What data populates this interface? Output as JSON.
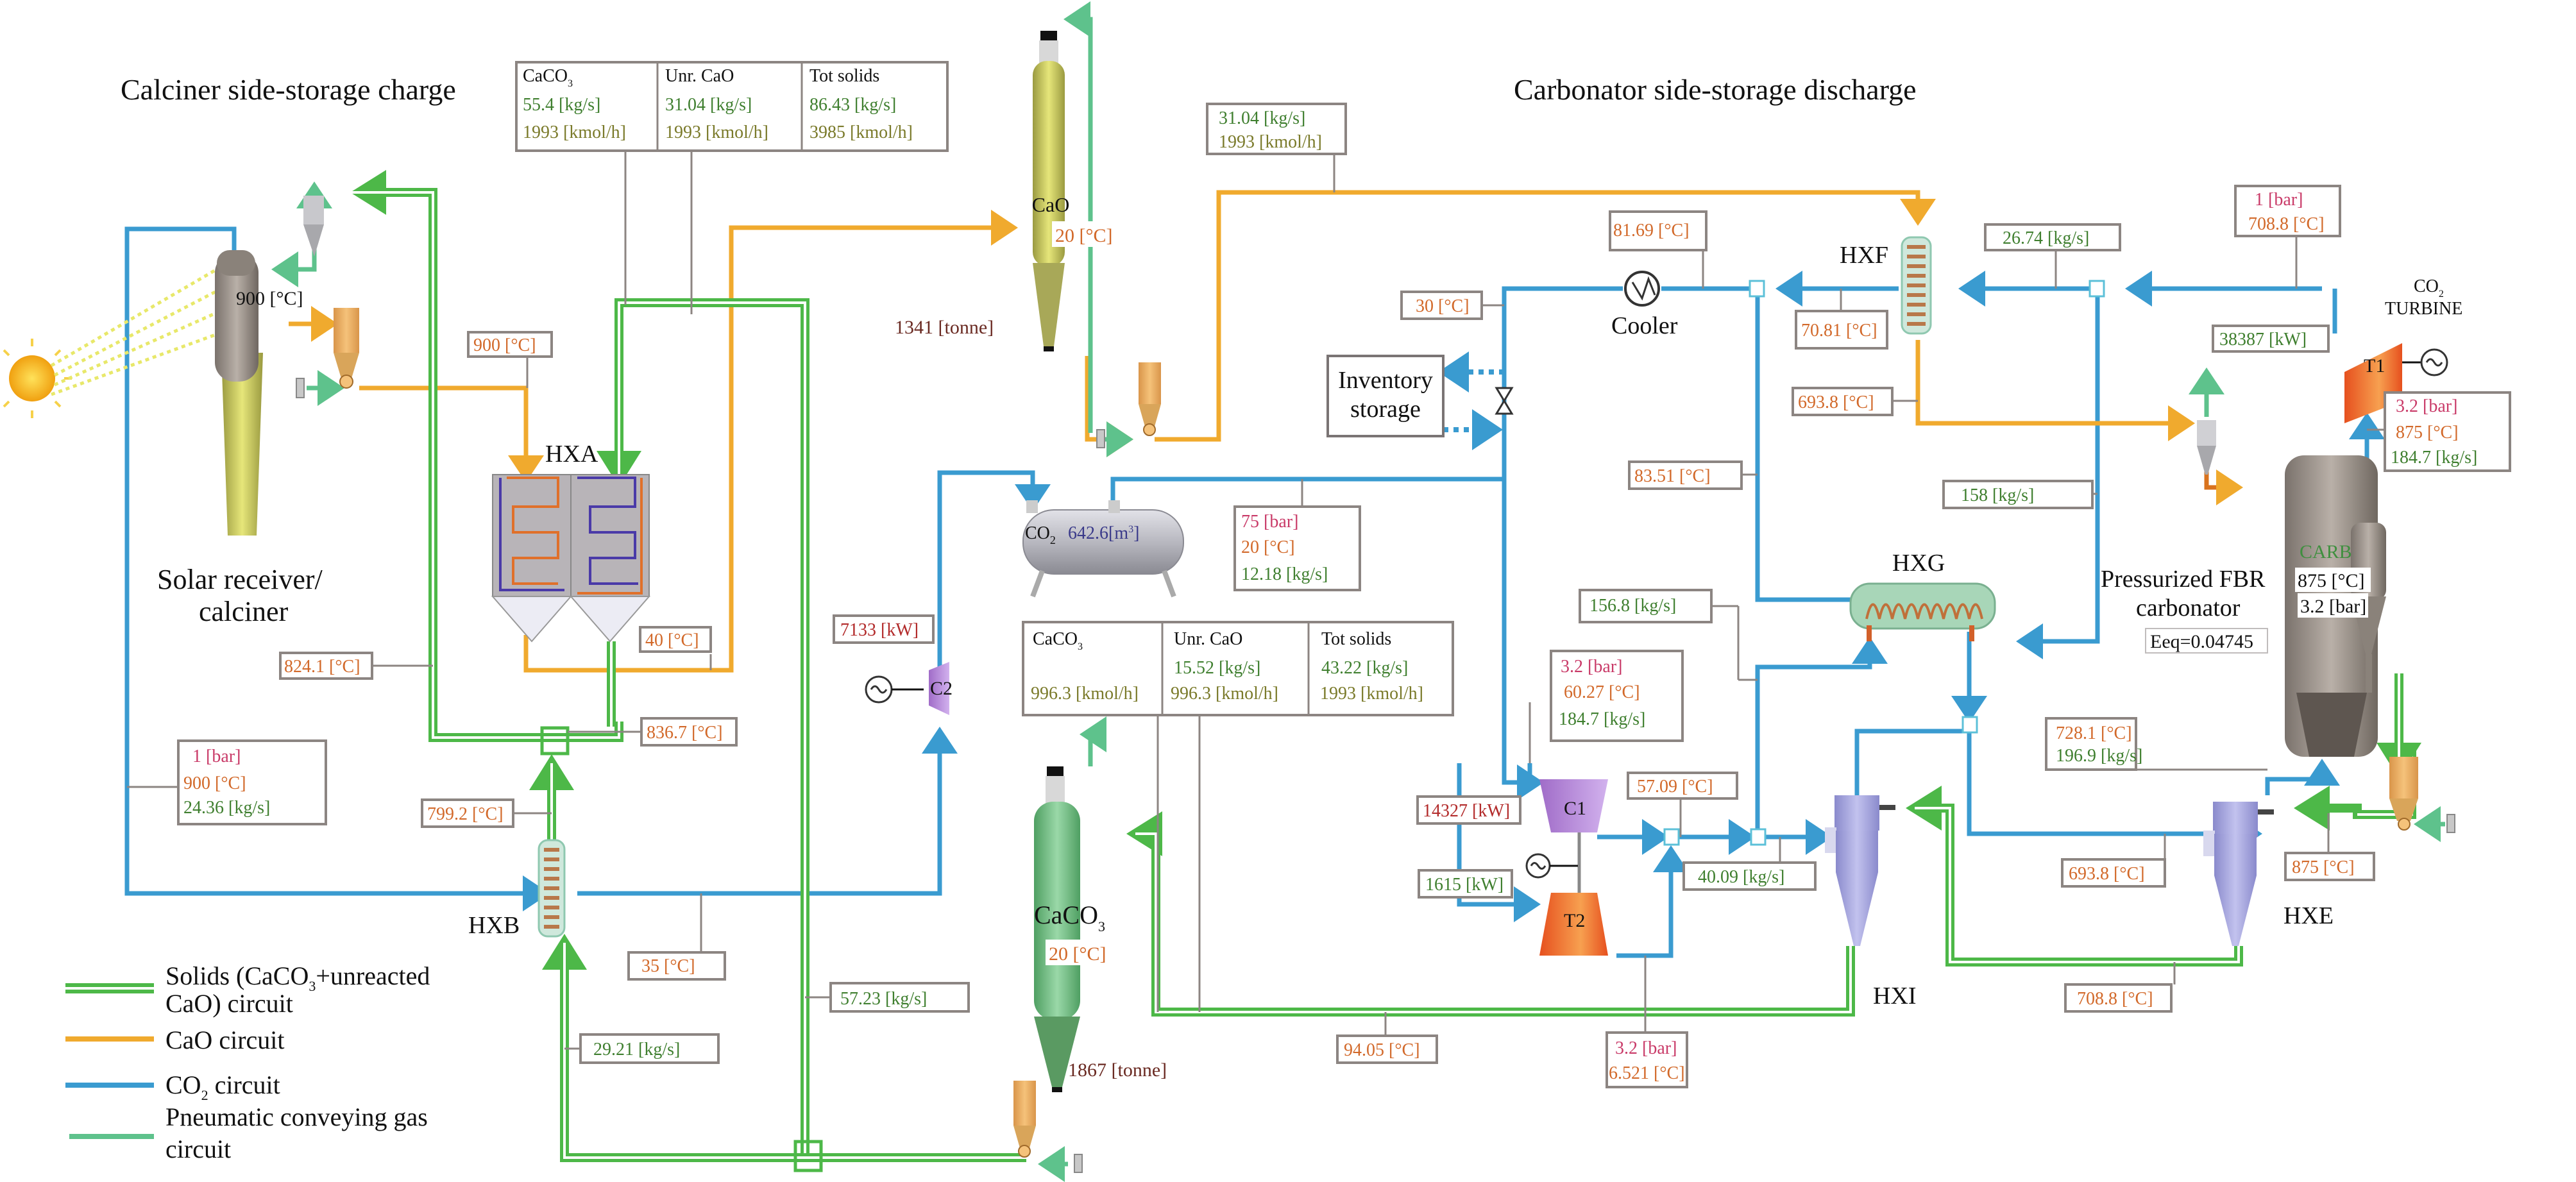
{
  "titles": {
    "calciner_side": "Calciner side-storage charge",
    "carbonator_side": "Carbonator side-storage discharge"
  },
  "colors": {
    "solids_circuit": "#4db848",
    "cao_circuit": "#f0aa2e",
    "co2_circuit": "#3a9bd0",
    "pneumatic_circuit": "#5ec28c",
    "pressure_text": "#c93a68",
    "temperature_text": "#d2692a",
    "massflow_text": "#3f7f2f",
    "molarflow_text": "#7a7a2a",
    "power_consumed_text": "#b22a2a"
  },
  "equipment": {
    "solar_receiver": {
      "label_line1": "Solar receiver/",
      "label_line2": "calciner",
      "temp": "900 [°C]"
    },
    "hxa": "HXA",
    "hxb": "HXB",
    "hxe": "HXE",
    "hxf": "HXF",
    "hxg": "HXG",
    "hxi": "HXI",
    "cooler": "Cooler",
    "inventory_storage": {
      "line1": "Inventory",
      "line2": "storage"
    },
    "cao_silo": {
      "label": "CaO",
      "temp": "20 [°C]",
      "mass": "1341 [tonne]"
    },
    "caco3_silo": {
      "label": "CaCO",
      "sub": "3",
      "temp": "20 [°C]",
      "mass": "1867 [tonne]"
    },
    "co2_tank": {
      "label": "CO",
      "sub": "2",
      "volume": "642.6[m",
      "volume_sup": "3",
      "volume_end": "]"
    },
    "c1": "C1",
    "c2": "C2",
    "t1": "T1",
    "t2": "T2",
    "co2_turbine": {
      "line1": "CO",
      "sub": "2",
      "line2": "TURBINE"
    },
    "carbonator": {
      "label": "CARB",
      "temp": "875 [°C]",
      "pressure": "3.2 [bar]",
      "name_line1": "Pressurized FBR",
      "name_line2": "carbonator",
      "eeq": "Eeq=0.04745"
    }
  },
  "tables": {
    "top_solids": {
      "headers": [
        "CaCO",
        "Unr. CaO",
        "Tot solids"
      ],
      "header_sub": "3",
      "mass_flow": [
        "55.4 [kg/s]",
        "31.04 [kg/s]",
        "86.43 [kg/s]"
      ],
      "molar_flow": [
        "1993 [kmol/h]",
        "1993 [kmol/h]",
        "3985 [kmol/h]"
      ]
    },
    "mid_solids": {
      "headers": [
        "CaCO",
        "Unr. CaO",
        "Tot solids"
      ],
      "header_sub": "3",
      "mass_flow": [
        "",
        "15.52 [kg/s]",
        "43.22 [kg/s]"
      ],
      "molar_flow": [
        "996.3 [kmol/h]",
        "996.3 [kmol/h]",
        "1993 [kmol/h]"
      ]
    }
  },
  "streams": {
    "cao_to_hxf": {
      "mass": "31.04 [kg/s]",
      "molar": "1993 [kmol/h]"
    },
    "hxa_cao_in": "900 [°C]",
    "hxa_out_40": "40 [°C]",
    "calciner_riser": "824.1 [°C]",
    "mixer_836": "836.7 [°C]",
    "hxb_solids_out": "799.2 [°C]",
    "calciner_gas": {
      "pressure": "1 [bar]",
      "temp": "900 [°C]",
      "mass": "24.36 [kg/s]"
    },
    "hxb_co2_out": "35 [°C]",
    "recirc_29": "29.21 [kg/s]",
    "recirc_57": "57.23 [kg/s]",
    "c2_power": "7133 [kW]",
    "tank_out": {
      "pressure": "75 [bar]",
      "temp": "20 [°C]",
      "mass": "12.18 [kg/s]"
    },
    "caco3_return": "94.05 [°C]",
    "cooler_in": "81.69 [°C]",
    "cooler_out": "30 [°C]",
    "hxf_co2_out": "70.81 [°C]",
    "hxf_cao_out": "693.8 [°C]",
    "hxf_co2_in": "26.74 [kg/s]",
    "t1_out": {
      "pressure": "1 [bar]",
      "temp": "708.8 [°C]"
    },
    "t1_power": "38387 [kW]",
    "t1_in": {
      "pressure": "3.2 [bar]",
      "temp": "875 [°C]",
      "mass": "184.7 [kg/s]"
    },
    "hxg_bypass": "83.51 [°C]",
    "split_158": "158 [kg/s]",
    "hxg_in": "156.8 [kg/s]",
    "c1_out": {
      "pressure": "3.2 [bar]",
      "temp": "60.27 [°C]",
      "mass": "184.7 [kg/s]"
    },
    "c1_power": "14327 [kW]",
    "t2_power": "1615 [kW]",
    "mix_57": "57.09 [°C]",
    "hxi_in": "40.09 [kg/s]",
    "t2_out": {
      "pressure": "3.2 [bar]",
      "temp": "6.521 [°C]"
    },
    "hxe_out": {
      "temp": "728.1 [°C]",
      "mass": "196.9 [kg/s]"
    },
    "hxe_co2_in": "693.8 [°C]",
    "hxe_solids_in": "875 [°C]",
    "hxe_solids_out": "708.8 [°C]"
  },
  "legend": [
    {
      "line1": "Solids (CaCO",
      "sub": "3",
      "line1b": "+unreacted",
      "line2": "CaO) circuit",
      "icon": "double-green-line"
    },
    {
      "line1": "CaO circuit",
      "icon": "orange-line"
    },
    {
      "line1": "CO",
      "sub": "2",
      "line1b": " circuit",
      "icon": "blue-line"
    },
    {
      "line1": "Pneumatic conveying gas",
      "line2": "circuit",
      "icon": "teal-line"
    }
  ]
}
